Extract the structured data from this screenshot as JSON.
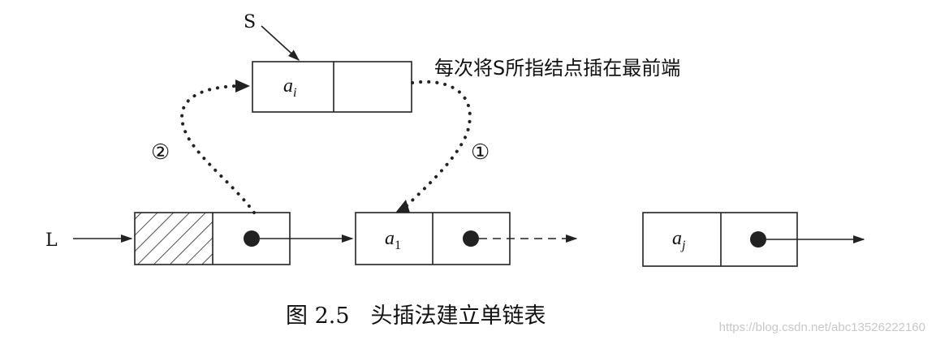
{
  "pointer_s": "S",
  "pointer_l": "L",
  "annotation": "每次将S所指结点插在最前端",
  "step1": "①",
  "step2": "②",
  "nodes": {
    "new_node": {
      "base": "a",
      "sub": "i"
    },
    "first_node": {
      "base": "a",
      "sub": "1"
    },
    "last_node": {
      "base": "a",
      "sub": "j"
    }
  },
  "caption": {
    "number": "图 2.5",
    "title": "头插法建立单链表"
  },
  "watermark": "https://blog.csdn.net/abc13526222160"
}
